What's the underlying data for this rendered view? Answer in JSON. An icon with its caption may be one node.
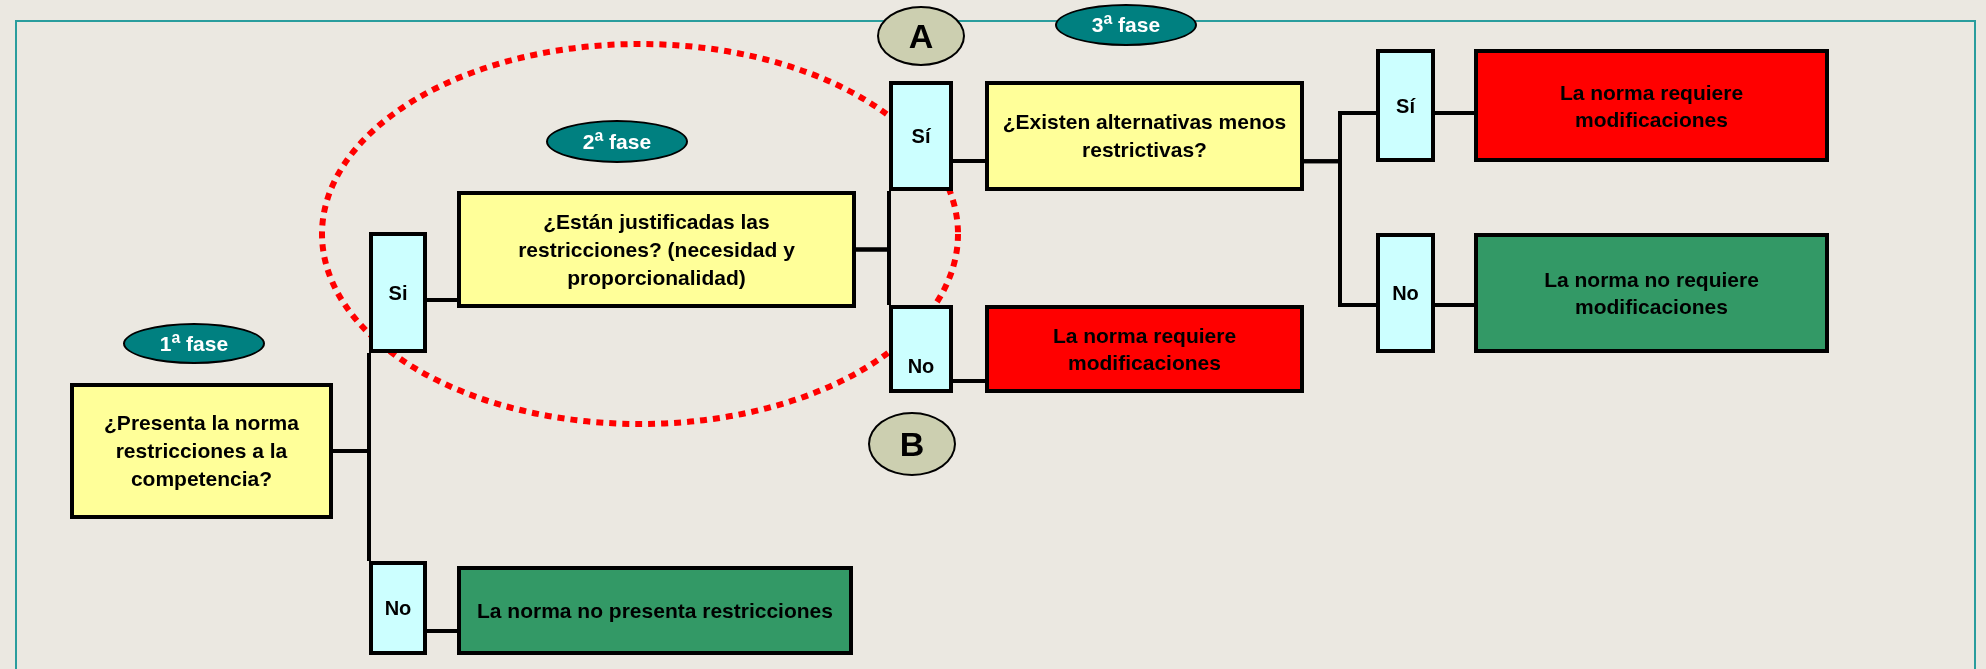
{
  "diagram": {
    "nodes": [
      {
        "text": [
          "¿Presenta la norma restricciones a la competencia?"
        ]
      },
      {
        "text": [
          "Si"
        ]
      },
      {
        "text": [
          "No"
        ]
      },
      {
        "text": [
          "¿Están justificadas las restricciones? (necesidad y proporcionalidad)"
        ]
      },
      {
        "text": [
          "La norma no presenta restricciones"
        ]
      },
      {
        "text": [
          "Sí"
        ]
      },
      {
        "text": [
          "No"
        ]
      },
      {
        "text": [
          "¿Existen alternativas menos restrictivas?"
        ]
      },
      {
        "text": [
          "La norma requiere modificaciones"
        ]
      },
      {
        "text": [
          "Sí"
        ]
      },
      {
        "text": [
          "No"
        ]
      },
      {
        "text": [
          "La norma requiere modificaciones"
        ]
      },
      {
        "text": [
          "La norma no requiere modificaciones"
        ]
      },
      {
        "text": [
          "1$^{a}$ fase"
        ]
      },
      {
        "text": [
          "2$^{a}$ fase"
        ]
      },
      {
        "text": [
          "3$^{a}$ fase"
        ]
      },
      {
        "text": [
          "A"
        ]
      },
      {
        "text": [
          "B"
        ]
      }
    ],
    "edges": [
      {
        "from": 0,
        "to": 1,
        "arrow": "none"
      },
      {
        "from": 0,
        "to": 2,
        "arrow": "none"
      },
      {
        "from": 1,
        "to": 3,
        "arrow": "none"
      },
      {
        "from": 2,
        "to": 4,
        "arrow": "none"
      },
      {
        "from": 3,
        "to": 5,
        "arrow": "none"
      },
      {
        "from": 3,
        "to": 6,
        "arrow": "none"
      },
      {
        "from": 5,
        "to": 7,
        "arrow": "none"
      },
      {
        "from": 6,
        "to": 8,
        "arrow": "none"
      },
      {
        "from": 7,
        "to": 9,
        "arrow": "none"
      },
      {
        "from": 7,
        "to": 10,
        "arrow": "none"
      },
      {
        "from": 9,
        "to": 11,
        "arrow": "none"
      },
      {
        "from": 10,
        "to": 12,
        "arrow": "none"
      }
    ]
  }
}
